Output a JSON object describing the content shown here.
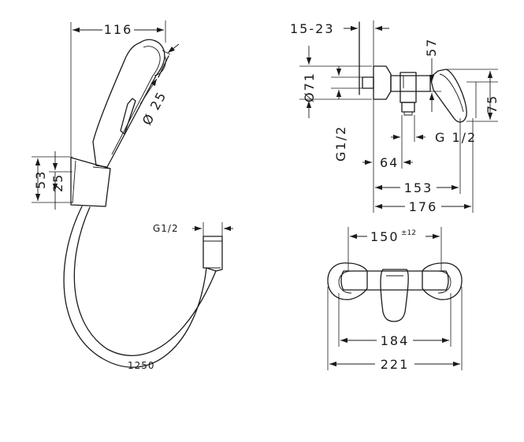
{
  "dimensions": {
    "handshower_length": "116",
    "spray_diameter": "Ø 25",
    "holder_height": "53",
    "holder_inner": "25",
    "hose_thread": "G1/2",
    "hose_length": "1250",
    "wall_distance": "15-23",
    "rosette_diameter": "Ø71",
    "lever_height": "57",
    "body_height": "75",
    "inlet_thread": "G1/2",
    "outlet_thread": "G 1/2",
    "outlet_offset": "64",
    "lever_depth": "153",
    "total_depth": "176",
    "center_distance": "150",
    "center_tolerance": "±12",
    "rosette_span": "184",
    "total_width": "221"
  }
}
